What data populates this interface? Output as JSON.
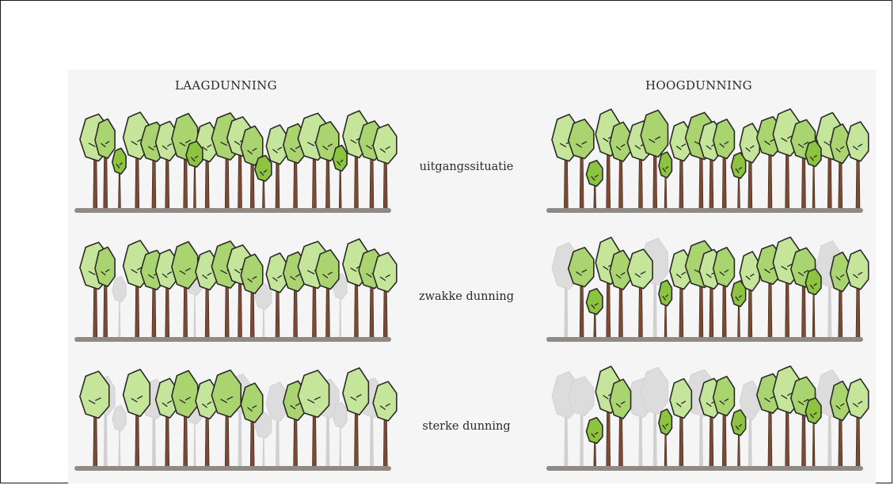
{
  "columns": {
    "left_title": "LAAGDUNNING",
    "right_title": "HOOGDUNNING"
  },
  "rows": [
    {
      "label": "uitgangssituatie"
    },
    {
      "label": "zwakke dunning"
    },
    {
      "label": "sterke dunning"
    }
  ],
  "colors": {
    "canopy_light": "#c5e59a",
    "canopy_mid": "#a9d46f",
    "canopy_dark": "#8dc43f",
    "trunk": "#7a4a35",
    "ground": "#8f8a85",
    "removed_tree": "#dcdcdc",
    "outline": "#2a2a2a"
  }
}
